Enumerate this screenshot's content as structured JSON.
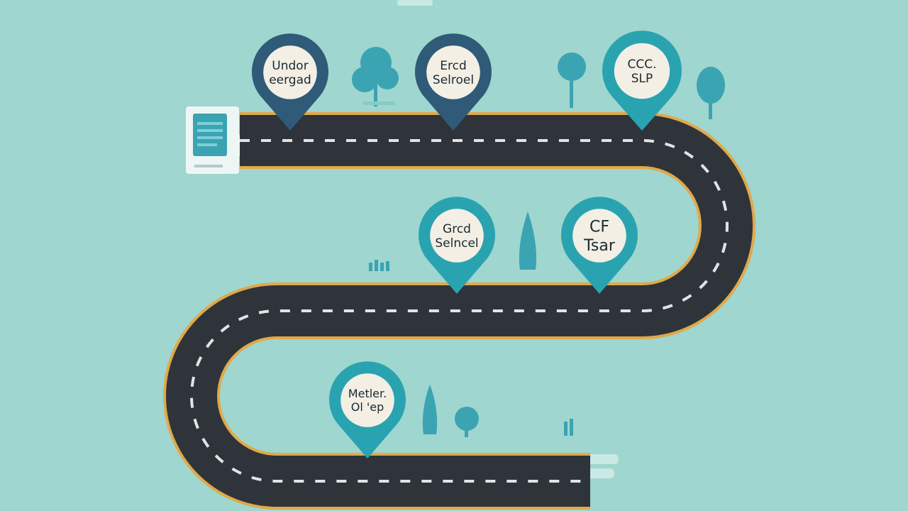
{
  "colors": {
    "background": "#9fd6cf",
    "road": "#2f343a",
    "road_edge": "#e0a94a",
    "lane_marks": "#dfe5e6",
    "pin_dark": "#2f5a78",
    "pin_teal": "#2aa3b1",
    "pin_face": "#f3efe4",
    "tree": "#3aa4b2"
  },
  "milestones": [
    {
      "lines": [
        "Undor",
        "eergad"
      ],
      "color": "dark"
    },
    {
      "lines": [
        "Ercd",
        "Selroel"
      ],
      "color": "dark"
    },
    {
      "lines": [
        "CCC.",
        "SLP"
      ],
      "color": "teal"
    },
    {
      "lines": [
        "Grcd",
        "Selncel"
      ],
      "color": "teal"
    },
    {
      "lines": [
        "CF",
        "Tsar"
      ],
      "color": "teal"
    },
    {
      "lines": [
        "Metler.",
        "Ol 'ep"
      ],
      "color": "teal"
    }
  ]
}
